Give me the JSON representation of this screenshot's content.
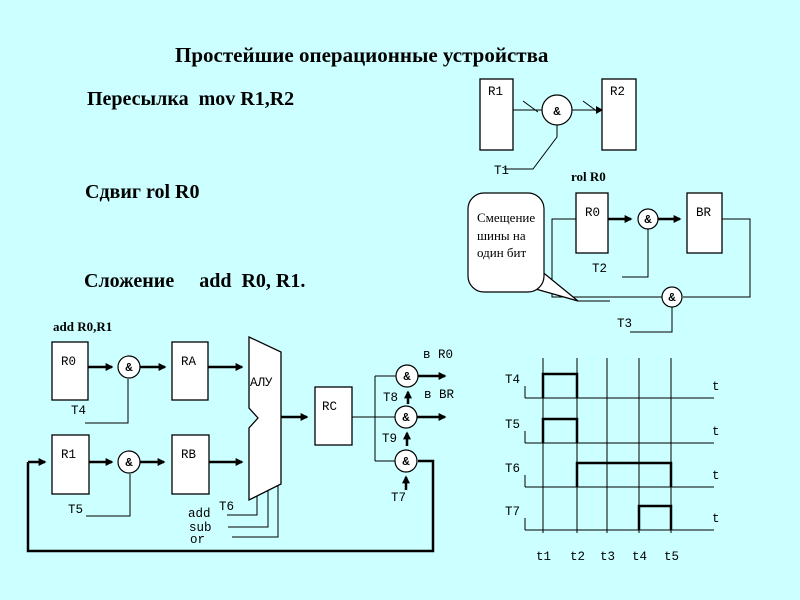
{
  "slide": {
    "title": "Простейшие операционные устройства",
    "heading_mov": "Пересылка  mov R1,R2",
    "heading_rol": "Сдвиг rol R0",
    "heading_add": "Сложение     add  R0, R1.",
    "background_color": "#ccffff",
    "line_color": "#000000"
  },
  "glyphs": {
    "and_gate": "&"
  },
  "mov_diagram": {
    "reg_source": "R1",
    "reg_dest": "R2",
    "control_t1": "T1"
  },
  "rol_diagram": {
    "label": "rol R0",
    "bubble": [
      "Смещение",
      "шины на",
      "один бит"
    ],
    "reg_source": "R0",
    "reg_dest": "BR",
    "control_t2": "T2",
    "control_t3": "T3"
  },
  "add_diagram": {
    "label": "add R0,R1",
    "reg_r0": "R0",
    "reg_r1": "R1",
    "reg_ra": "RA",
    "reg_rb": "RB",
    "reg_rc": "RC",
    "alu": "АЛУ",
    "controls": {
      "t4": "T4",
      "t5": "T5",
      "t6": "T6",
      "t7": "T7",
      "t8": "T8",
      "t9": "T9"
    },
    "alu_ops": [
      "add",
      "sub",
      "or"
    ],
    "out_to_r0": "в R0",
    "out_to_br": "в BR"
  },
  "timing": {
    "signals": [
      {
        "name": "T4",
        "pulse_start": "t1",
        "pulse_end": "t2"
      },
      {
        "name": "T5",
        "pulse_start": "t1",
        "pulse_end": "t2"
      },
      {
        "name": "T6",
        "pulse_start": "t2",
        "pulse_end": "t5"
      },
      {
        "name": "T7",
        "pulse_start": "t4",
        "pulse_end": "t5"
      }
    ],
    "time_ticks": [
      "t1",
      "t2",
      "t3",
      "t4",
      "t5"
    ],
    "axis_label": "t"
  }
}
